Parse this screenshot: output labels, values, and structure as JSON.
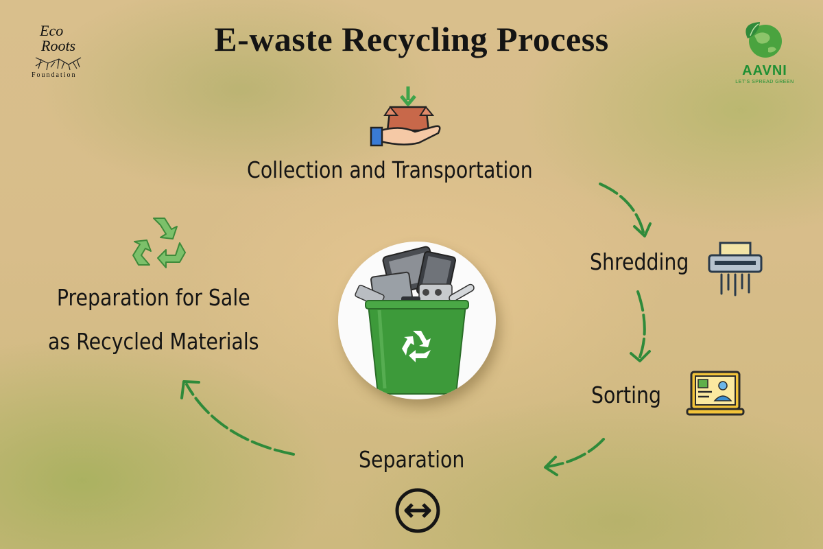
{
  "title": "E-waste Recycling Process",
  "logos": {
    "left": {
      "line1": "Eco",
      "line2": "Roots",
      "line3": "Foundation"
    },
    "right": {
      "name": "AAVNI",
      "tagline": "LET'S SPREAD GREEN"
    }
  },
  "steps": {
    "collection": {
      "label": "Collection and Transportation",
      "icon": "hand-box-icon"
    },
    "shredding": {
      "label": "Shredding",
      "icon": "shredder-icon"
    },
    "sorting": {
      "label": "Sorting",
      "icon": "sorting-screen-icon"
    },
    "separation": {
      "label": "Separation",
      "icon": "left-right-arrows-icon"
    },
    "preparation": {
      "line1": "Preparation for Sale",
      "line2": "as Recycled Materials",
      "icon": "recycle-icon"
    }
  },
  "colors": {
    "arrow": "#2f8a3a",
    "bin": "#3d9a3a",
    "text": "#141414",
    "brand_green": "#1e8f33"
  }
}
